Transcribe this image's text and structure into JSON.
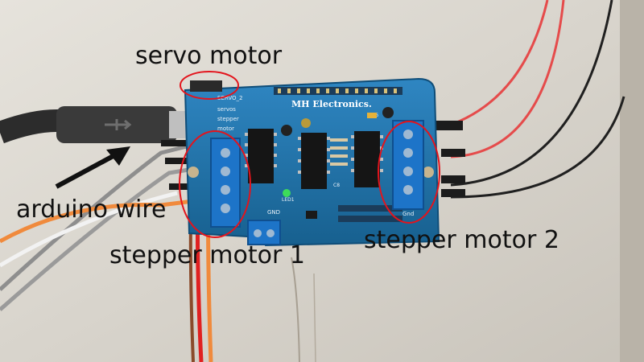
{
  "photo": {
    "board_brand": "MH Electronics.",
    "board_marks": [
      "SERVO_2",
      "servos",
      "stepper",
      "motor",
      "GND",
      "Gnd",
      "LED1",
      "C6",
      "C8"
    ]
  },
  "annotations": {
    "servo_motor": "servo motor",
    "arduino_wire": "arduino wire",
    "stepper_motor_1": "stepper motor 1",
    "stepper_motor_2": "stepper motor 2"
  },
  "colors": {
    "annotation_red": "#e3141c",
    "annotation_text": "#111111",
    "pcb_blue": "#1f6ea8",
    "terminal_blue": "#1d74c8"
  }
}
